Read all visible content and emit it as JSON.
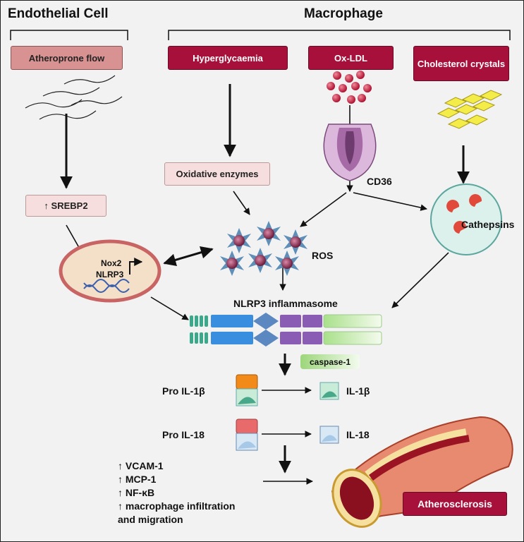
{
  "headers": {
    "endothelial": "Endothelial Cell",
    "macrophage": "Macrophage"
  },
  "boxes": {
    "atheroprone_flow": "Atheroprone flow",
    "hyperglycaemia": "Hyperglycaemia",
    "ox_ldl": "Ox-LDL",
    "cholesterol_crystals": "Cholesterol crystals",
    "oxidative_enzymes": "Oxidative enzymes",
    "srebp2": "↑ SREBP2",
    "caspase1": "caspase-1",
    "atherosclerosis": "Atherosclerosis"
  },
  "labels": {
    "cd36": "CD36",
    "cathepsins": "Cathepsins",
    "ros": "ROS",
    "nox2": "Nox2",
    "nlrp3_gene": "NLRP3",
    "nlrp3_inflammasome": "NLRP3 inflammasome",
    "pro_il1b": "Pro IL-1β",
    "il1b": "IL-1β",
    "pro_il18": "Pro IL-18",
    "il18": "IL-18"
  },
  "effects": [
    "↑ VCAM-1",
    "↑ MCP-1",
    "↑ NF-κB",
    "↑ macrophage infiltration",
    "and migration"
  ],
  "colors": {
    "dark_red": "#a6103a",
    "pink": "#d99292",
    "pale_pink": "#f7dede",
    "ros_star": "#5d8fb8",
    "teal": "#3aa88a",
    "blue": "#3a8ee0",
    "purple": "#8a5cb3",
    "green_light": "#c8ecb4"
  }
}
